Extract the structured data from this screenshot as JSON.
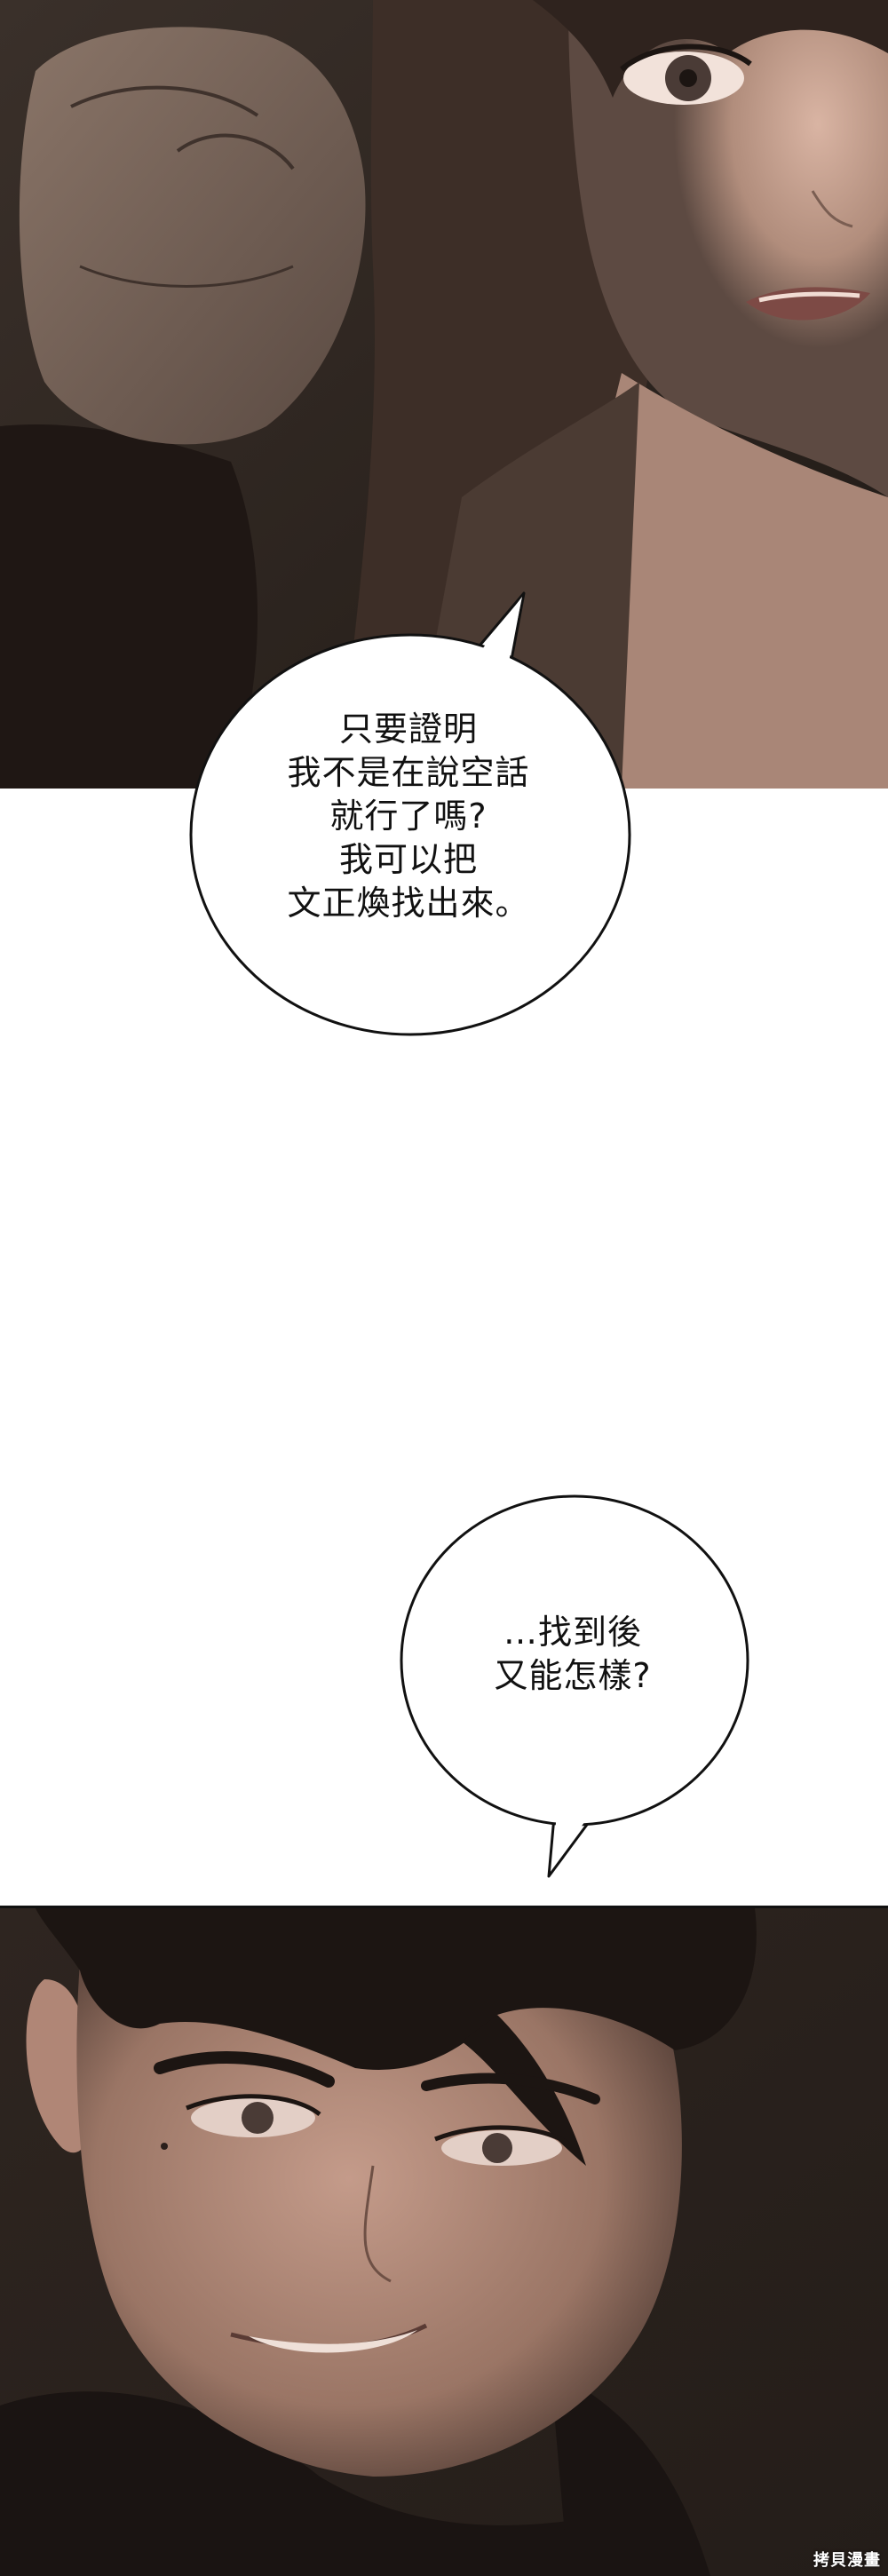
{
  "bubble1": {
    "lines": [
      "只要證明",
      "我不是在說空話",
      "就行了嗎?",
      "我可以把",
      "文正煥找出來。"
    ]
  },
  "bubble2": {
    "lines": [
      "…找到後",
      "又能怎樣?"
    ]
  },
  "watermark": "拷貝漫畫",
  "colors": {
    "panel_dark": "#2a211c",
    "skin": "#b48f7e",
    "hair": "#1c1512",
    "bubble_fill": "#ffffff",
    "bubble_stroke": "#111111"
  }
}
